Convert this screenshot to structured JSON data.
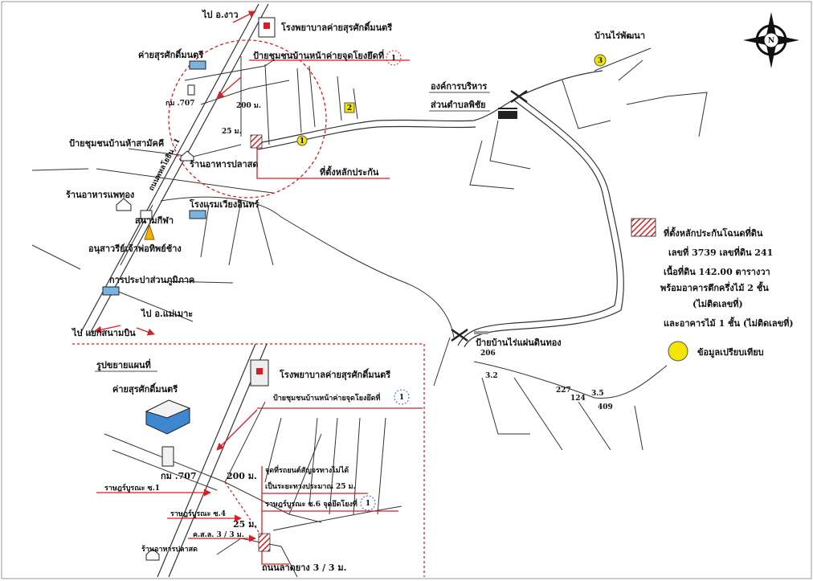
{
  "colors": {
    "red": "#d81f26",
    "yellow": "#f5e600",
    "road": "#333333"
  },
  "labels": {
    "to_ngao": "ไป อ.งาว",
    "hospital": "โรงพยาบาลค่ายสุรศักดิ์มนตรี",
    "camp": "ค่ายสุรศักดิ์มนตรี",
    "community_sign": "ป้ายชุมชนบ้านหน้าค่ายจุดโยงยึดที่",
    "kormor": "กม .707",
    "dist_200": "200 ม.",
    "dist_25": "25 ม.",
    "sign_samakkhi": "ป้ายชุมชนบ้านห้าสามัคคี",
    "phahol_road": "ถนนพหลโยธิน ..1",
    "restaurant_pla": "ร้านอาหารปลาสด",
    "collateral_site": "ที่ตั้งหลักประกัน",
    "restaurant_phaeng": "ร้านอาหารแพทอง",
    "hotel": "โรงแรมเวียงอินทร์",
    "stadium": "สนามกีฬา",
    "monument": "อนุสาวรีย์เจ้าพ่อทิพย์ช้าง",
    "pea": "การประปาส่วนภูมิภาค",
    "to_maemo": "ไป อ.แม่เมาะ",
    "to_airport": "ไป แยกสนามบิน",
    "tambon_line1": "องค์การบริหาร",
    "tambon_line2": "ส่วนตำบลพิชัย",
    "village_phatthana": "บ้านไร่พัฒนา",
    "sign_rai": "ป้ายบ้านไร่แผ่นดินทอง",
    "enlarged_title": "รูปขยายแผนที่",
    "detail_note_1": "จุดที่รถยนต์สัญจรทางไม่ได้",
    "detail_note_2": "เป็นระยะทางประมาณ 25 ม.",
    "soi1": "ราษฎร์บูรณะ ซ.1",
    "soi4": "ราษฎร์บูรณะ ซ.4",
    "soi6": "ราษฎร์บูรณะ ซ.6 จุดยึดโยงที่",
    "kasl": "ค.ส.ล. 3 / 3 ม.",
    "asphalt": "ถนนลาดยาง 3 / 3 ม.",
    "compass": "N"
  },
  "markers": {
    "m1": "1",
    "m2": "2",
    "m3": "3"
  },
  "plots": [
    "206",
    "3.2",
    "227",
    "124",
    "3.5",
    "409"
  ],
  "legend": {
    "hatch_title": "ที่ตั้งหลักประกันโฉนดที่ดิน",
    "deed": "เลขที่ 3739 เลขที่ดิน 241",
    "area": "เนื้อที่ดิน 142.00 ตารางวา",
    "building1": "พร้อมอาคารตึกครึ่งไม้ 2 ชั้น",
    "building1_note": "(ไม่ติดเลขที่)",
    "building2": "และอาคารไม้ 1 ชั้น (ไม่ติดเลขที่)",
    "compare": "ข้อมูลเปรียบเทียบ"
  }
}
